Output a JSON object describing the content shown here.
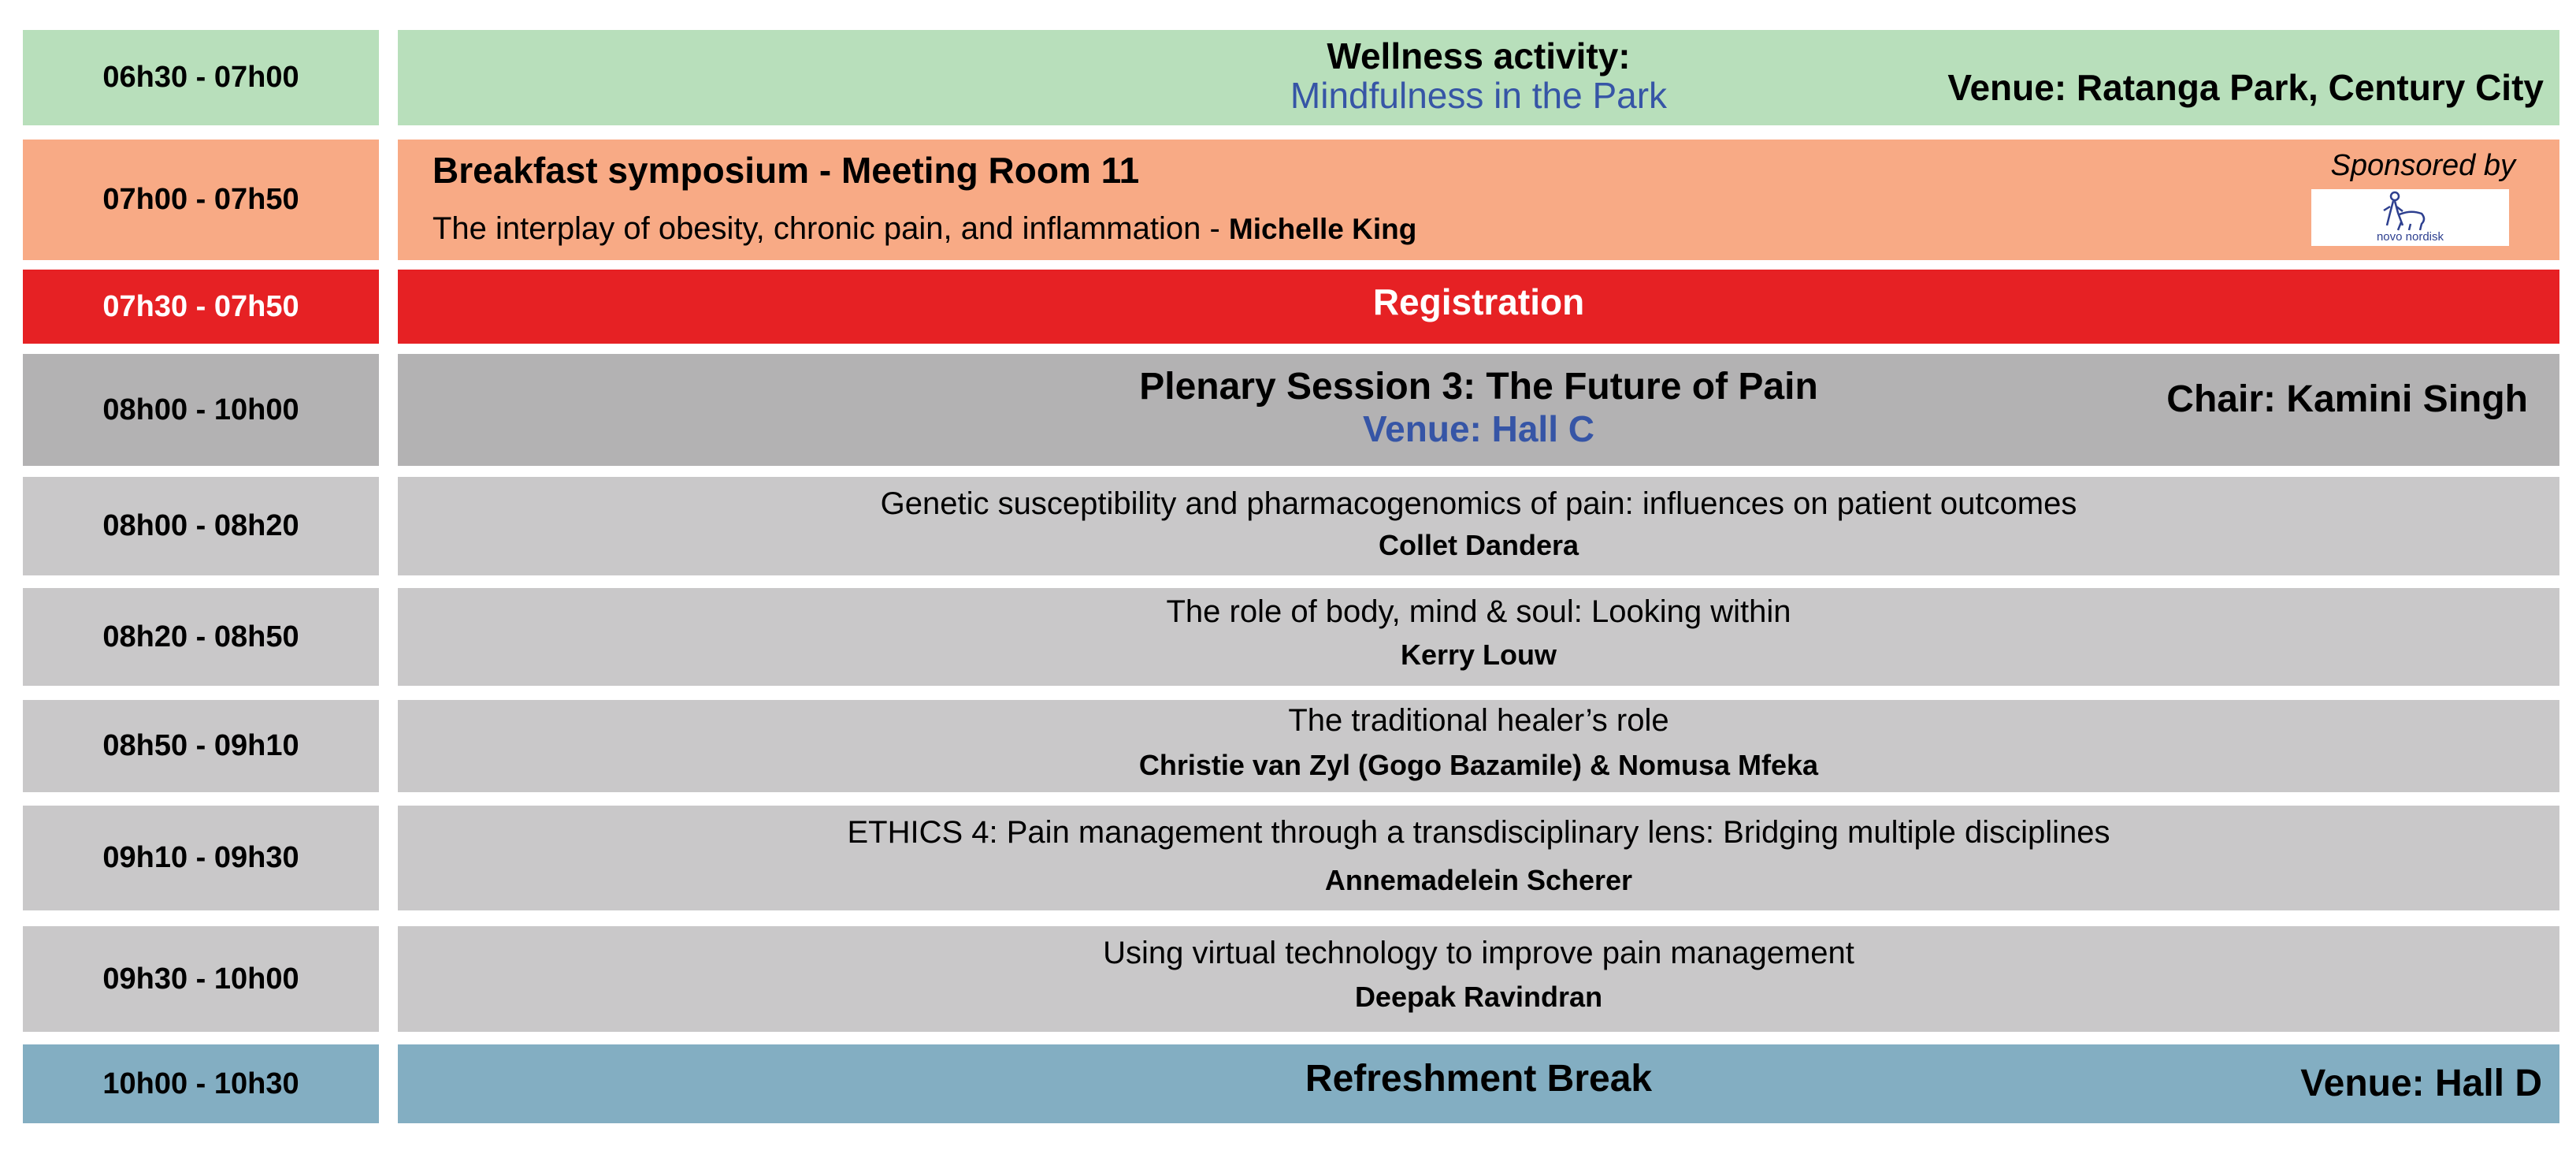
{
  "colors": {
    "wellness": "#b8dfbb",
    "breakfast": "#f8aa85",
    "registration": "#e62124",
    "plenary": "#b3b2b3",
    "talk": "#c9c8c9",
    "refreshment": "#83aec2",
    "accent_blue_text": "#3655a6"
  },
  "wellness": {
    "time": "06h30 - 07h00",
    "heading": "Wellness activity:",
    "activity": "Mindfulness in the Park",
    "venue": "Venue: Ratanga Park, Century City"
  },
  "breakfast": {
    "time": "07h00 - 07h50",
    "title": "Breakfast symposium - Meeting Room 11",
    "talk": "The interplay of obesity, chronic pain, and inflammation - ",
    "speaker": "Michelle King",
    "sponsored_label": "Sponsored by",
    "sponsor_logo_text": "novo nordisk",
    "sponsor_icon": "bull-logo-icon"
  },
  "registration": {
    "time": "07h30 - 07h50",
    "title": "Registration"
  },
  "plenary": {
    "time": "08h00 - 10h00",
    "title": "Plenary Session 3: The Future of Pain",
    "venue": "Venue: Hall C",
    "chair": "Chair: Kamini Singh"
  },
  "talks": [
    {
      "time": "08h00 - 08h20",
      "title": "Genetic susceptibility and pharmacogenomics of pain: influences on patient outcomes",
      "speaker": "Collet Dandera"
    },
    {
      "time": "08h20 - 08h50",
      "title": "The role of body, mind & soul: Looking within",
      "speaker": "Kerry Louw"
    },
    {
      "time": "08h50 - 09h10",
      "title": "The traditional healer’s role",
      "speaker": "Christie van Zyl (Gogo Bazamile) & Nomusa Mfeka"
    },
    {
      "time": "09h10 - 09h30",
      "title": "ETHICS 4: Pain management through a transdisciplinary lens: Bridging multiple disciplines",
      "speaker": "Annemadelein Scherer"
    },
    {
      "time": "09h30 - 10h00",
      "title": "Using virtual technology to improve pain management",
      "speaker": "Deepak Ravindran"
    }
  ],
  "refreshment": {
    "time": "10h00 - 10h30",
    "title": "Refreshment Break",
    "venue": "Venue: Hall D"
  }
}
